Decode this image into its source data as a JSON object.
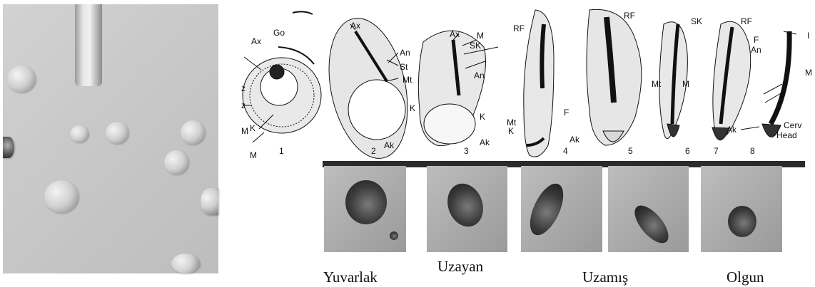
{
  "diagram": {
    "labels": {
      "ax": "Ax",
      "go": "Go",
      "z": "z",
      "k": "K",
      "m": "M",
      "an": "An",
      "st": "St",
      "mt": "Mt",
      "ak": "Ak",
      "sk": "SK",
      "rf": "RF",
      "f": "F",
      "i": "I",
      "cerv": "Cerv",
      "head": "Head"
    },
    "stage_numbers": [
      "1",
      "2",
      "3",
      "4",
      "5",
      "6",
      "7",
      "8"
    ]
  },
  "captions": [
    "Yuvarlak",
    "Uzayan",
    "Uzamış",
    "Olgun"
  ]
}
